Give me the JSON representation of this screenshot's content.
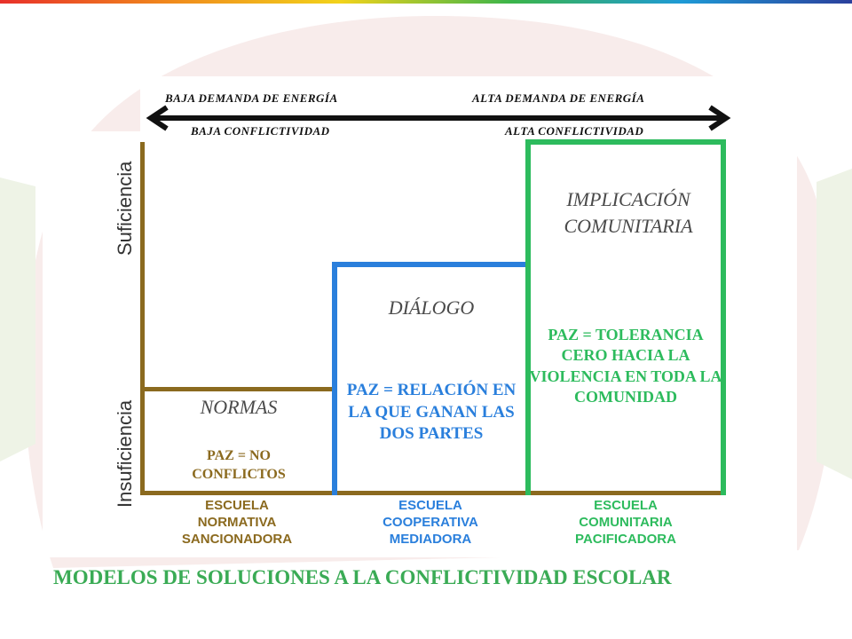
{
  "colors": {
    "normativa": "#8b6a1f",
    "cooperativa": "#2a7fdc",
    "comunitaria": "#2dbb5d",
    "caption": "#3aab55",
    "arrow": "#111111"
  },
  "arrow": {
    "left_top": "BAJA DEMANDA DE ENERGÍA",
    "right_top": "ALTA DEMANDA DE ENERGÍA",
    "left_bottom": "BAJA CONFLICTIVIDAD",
    "right_bottom": "ALTA CONFLICTIVIDAD"
  },
  "axis": {
    "upper": "Suficiencia",
    "lower": "Insuficiencia"
  },
  "boxes": {
    "normas": {
      "title": "NORMAS",
      "desc": "PAZ = NO CONFLICTOS"
    },
    "dialogo": {
      "title": "DIÁLOGO",
      "desc": "PAZ = RELACIÓN EN LA QUE GANAN LAS DOS PARTES"
    },
    "implicacion": {
      "title": "IMPLICACIÓN COMUNITARIA",
      "desc": "PAZ = TOLERANCIA CERO HACIA LA VIOLENCIA EN TODA LA COMUNIDAD"
    }
  },
  "schools": {
    "normativa": [
      "ESCUELA",
      "NORMATIVA",
      "SANCIONADORA"
    ],
    "cooperativa": [
      "ESCUELA",
      "COOPERATIVA",
      "MEDIADORA"
    ],
    "comunitaria": [
      "ESCUELA",
      "COMUNITARIA",
      "PACIFICADORA"
    ]
  },
  "caption": "MODELOS DE SOLUCIONES A LA CONFLICTIVIDAD ESCOLAR"
}
